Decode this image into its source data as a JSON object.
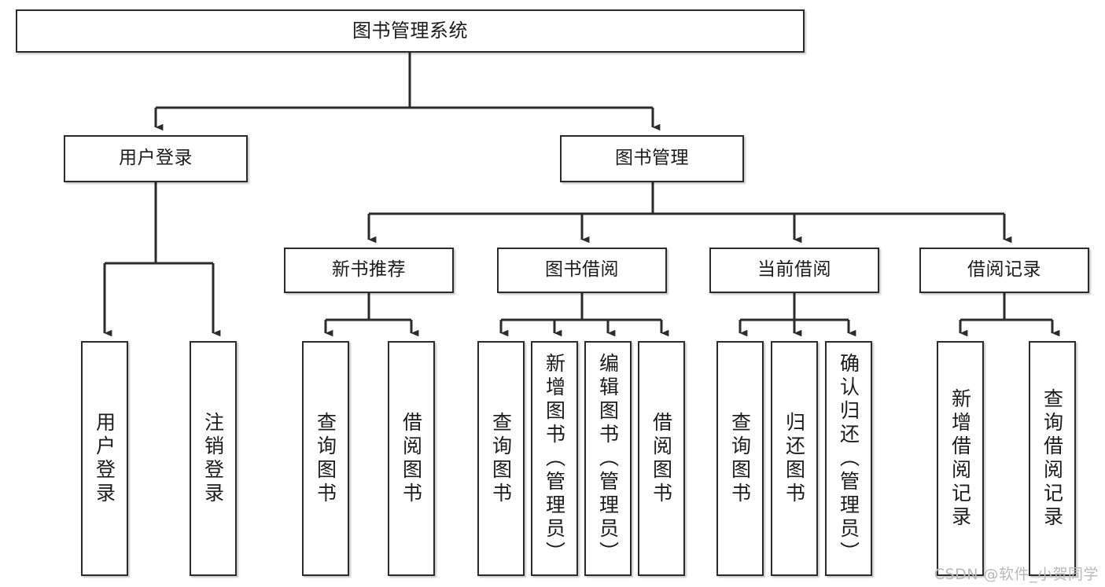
{
  "diagram": {
    "title": "图书管理系统",
    "type": "tree",
    "watermark": "CSDN @软件_小贺同学",
    "stroke_color": "#2b2b2b",
    "fill_color": "#ffffff",
    "text_color": "#1b1b1b"
  },
  "nodes": {
    "root": {
      "label": "图书管理系统"
    },
    "level1": [
      {
        "label": "用户登录"
      },
      {
        "label": "图书管理"
      }
    ],
    "level2": [
      {
        "label": "新书推荐"
      },
      {
        "label": "图书借阅"
      },
      {
        "label": "当前借阅"
      },
      {
        "label": "借阅记录"
      }
    ],
    "leaves": {
      "user_login": [
        {
          "label": "用户登录"
        },
        {
          "label": "注销登录"
        }
      ],
      "new_book": [
        {
          "label": "查询图书"
        },
        {
          "label": "借阅图书"
        }
      ],
      "book_borrow": [
        {
          "label": "查询图书"
        },
        {
          "label": "新增图书（管理员）"
        },
        {
          "label": "编辑图书（管理员）"
        },
        {
          "label": "借阅图书"
        }
      ],
      "current_borrow": [
        {
          "label": "查询图书"
        },
        {
          "label": "归还图书"
        },
        {
          "label": "确认归还（管理员）"
        }
      ],
      "borrow_record": [
        {
          "label": "新增借阅记录"
        },
        {
          "label": "查询借阅记录"
        }
      ]
    }
  }
}
